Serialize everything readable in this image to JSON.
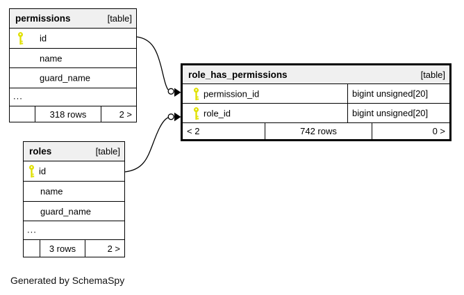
{
  "caption": "Generated by SchemaSpy",
  "colors": {
    "header_bg": "#f0f0f0",
    "table_border": "#000000",
    "key_icon": "#e0e000",
    "connector": "#000000"
  },
  "tables": {
    "permissions": {
      "title": "permissions",
      "tag": "[table]",
      "columns": [
        {
          "name": "id",
          "key": true
        },
        {
          "name": "name",
          "key": false
        },
        {
          "name": "guard_name",
          "key": false
        }
      ],
      "more": "...",
      "footer": {
        "left": "",
        "center": "318 rows",
        "right": "2 >"
      }
    },
    "roles": {
      "title": "roles",
      "tag": "[table]",
      "columns": [
        {
          "name": "id",
          "key": true
        },
        {
          "name": "name",
          "key": false
        },
        {
          "name": "guard_name",
          "key": false
        }
      ],
      "more": "...",
      "footer": {
        "left": "",
        "center": "3 rows",
        "right": "2 >"
      }
    },
    "role_has_permissions": {
      "title": "role_has_permissions",
      "tag": "[table]",
      "columns": [
        {
          "name": "permission_id",
          "type": "bigint unsigned[20]",
          "key": true
        },
        {
          "name": "role_id",
          "type": "bigint unsigned[20]",
          "key": true
        }
      ],
      "footer": {
        "left": "< 2",
        "center": "742 rows",
        "right": "0 >"
      }
    }
  },
  "relationships": [
    {
      "from": "permissions.id",
      "to": "role_has_permissions.permission_id"
    },
    {
      "from": "roles.id",
      "to": "role_has_permissions.role_id"
    }
  ]
}
